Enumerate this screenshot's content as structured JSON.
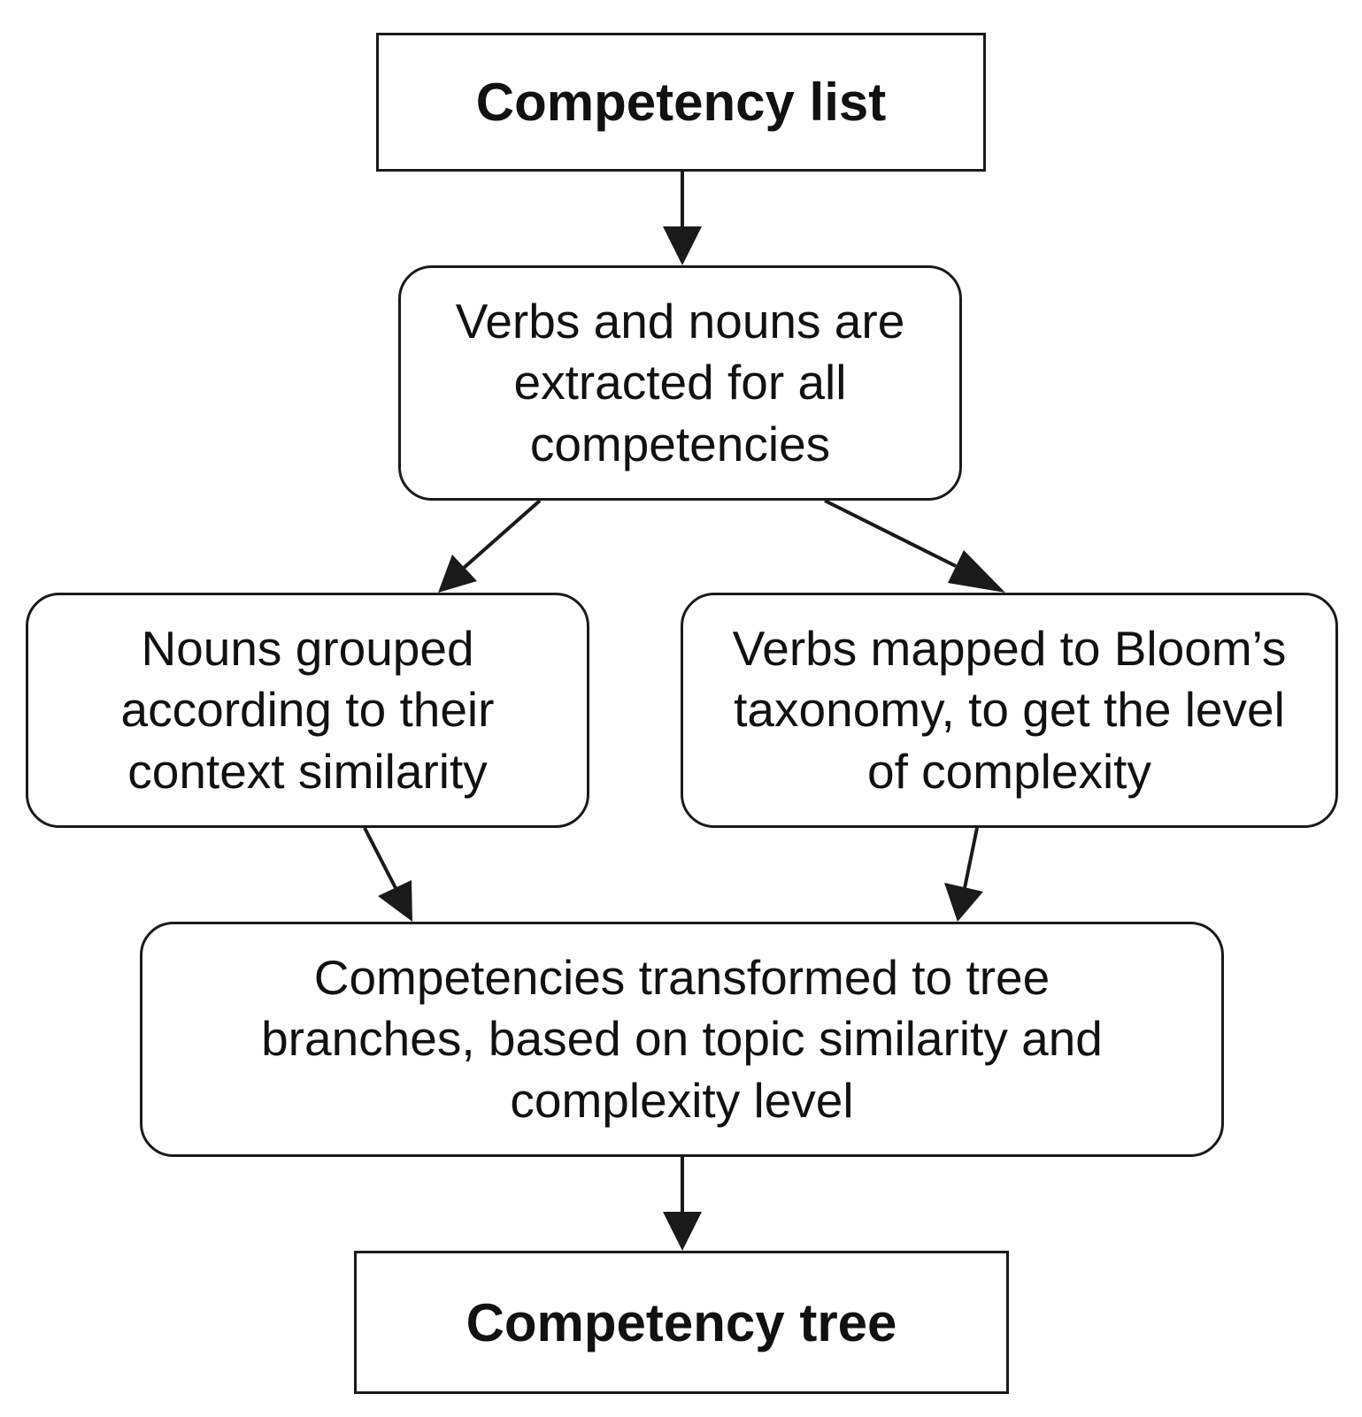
{
  "diagram": {
    "nodes": [
      {
        "id": "list",
        "text": "Competency list"
      },
      {
        "id": "extract",
        "text": "Verbs and nouns are\nextracted for all\ncompetencies"
      },
      {
        "id": "nouns",
        "text": "Nouns grouped\naccording to their\ncontext similarity"
      },
      {
        "id": "verbs",
        "text": "Verbs mapped to Bloom’s\ntaxonomy, to get the level\nof complexity"
      },
      {
        "id": "transform",
        "text": "Competencies transformed to tree\nbranches, based on topic similarity and\ncomplexity level"
      },
      {
        "id": "tree",
        "text": "Competency tree"
      }
    ],
    "edges": [
      {
        "from": "list",
        "to": "extract"
      },
      {
        "from": "extract",
        "to": "nouns"
      },
      {
        "from": "extract",
        "to": "verbs"
      },
      {
        "from": "nouns",
        "to": "transform"
      },
      {
        "from": "verbs",
        "to": "transform"
      },
      {
        "from": "transform",
        "to": "tree"
      }
    ],
    "colors": {
      "stroke": "#1a1a1a",
      "text": "#111111",
      "background": "#ffffff"
    }
  }
}
